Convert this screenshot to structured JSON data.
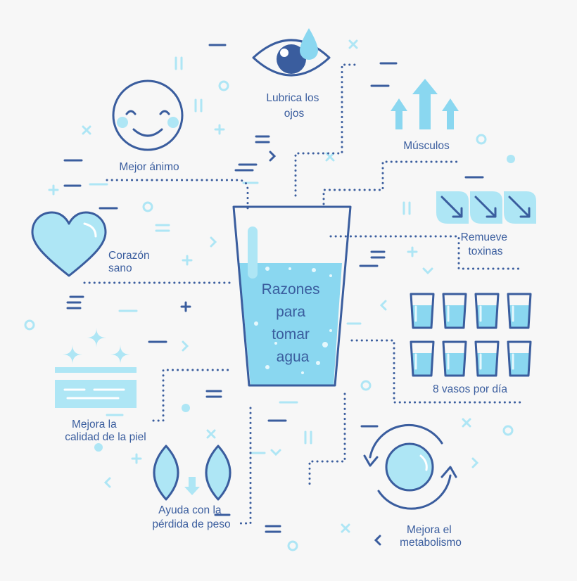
{
  "center": {
    "lines": [
      "Razones",
      "para",
      "tomar",
      "agua"
    ]
  },
  "items": [
    {
      "id": "lubrica",
      "lines": [
        "Lubrica los",
        "ojos"
      ],
      "icon": "eye-icon"
    },
    {
      "id": "animo",
      "lines": [
        "Mejor ánimo"
      ],
      "icon": "smiley-face-icon"
    },
    {
      "id": "musculos",
      "lines": [
        "Músculos"
      ],
      "icon": "up-arrows-icon"
    },
    {
      "id": "toxinas",
      "lines": [
        "Remueve",
        "toxinas"
      ],
      "icon": "leaves-icon"
    },
    {
      "id": "corazon",
      "lines": [
        "Corazón",
        "sano"
      ],
      "icon": "heart-icon"
    },
    {
      "id": "vasos",
      "lines": [
        "8 vasos por día"
      ],
      "icon": "glasses-icon"
    },
    {
      "id": "piel",
      "lines": [
        "Mejora la",
        "calidad de la piel"
      ],
      "icon": "skin-sparkle-icon"
    },
    {
      "id": "peso",
      "lines": [
        "Ayuda con la",
        "pérdida de peso"
      ],
      "icon": "weight-loss-icon"
    },
    {
      "id": "metabolismo",
      "lines": [
        "Mejora el",
        "metabolismo"
      ],
      "icon": "cycle-arrows-icon"
    }
  ],
  "colors": {
    "primary": "#3a5d9e",
    "accent": "#aee6f5",
    "water": "#8ad7f0",
    "background": "#f7f7f7"
  }
}
